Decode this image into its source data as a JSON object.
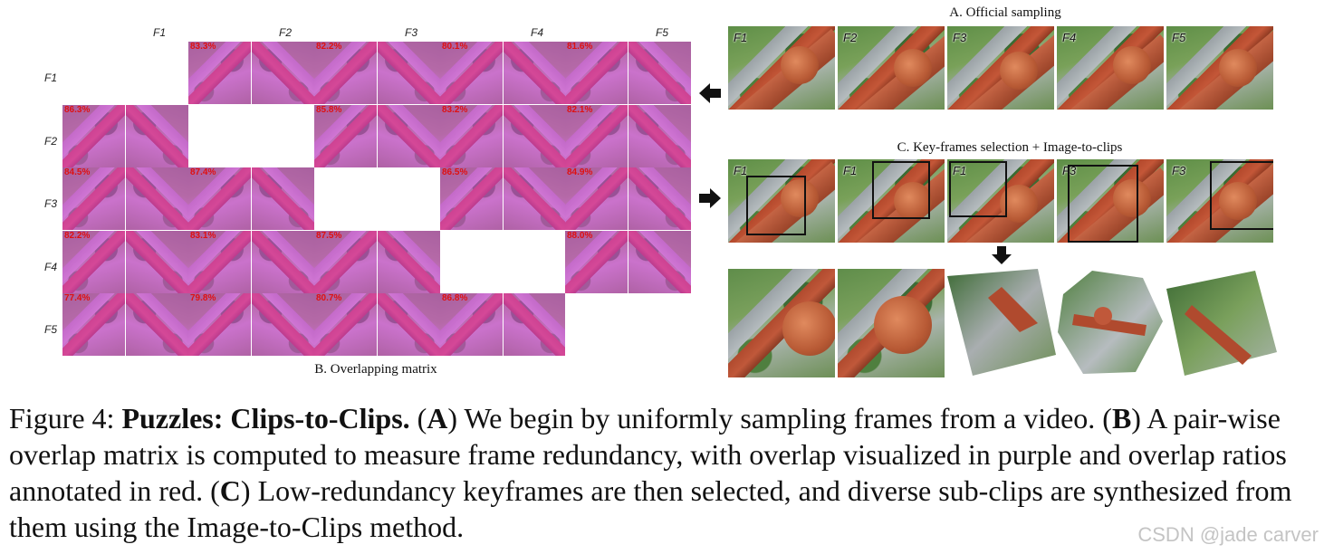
{
  "matrix": {
    "col_labels": [
      "F1",
      "F2",
      "F3",
      "F4",
      "F5"
    ],
    "row_labels": [
      "F1",
      "F2",
      "F3",
      "F4",
      "F5"
    ],
    "caption": "B. Overlapping matrix",
    "ratios": [
      [
        "",
        "83.3%",
        "82.2%",
        "80.1%",
        "81.6%"
      ],
      [
        "86.3%",
        "",
        "85.8%",
        "83.2%",
        "82.1%"
      ],
      [
        "84.5%",
        "87.4%",
        "",
        "86.5%",
        "84.9%"
      ],
      [
        "82.2%",
        "83.1%",
        "87.5%",
        "",
        "88.0%"
      ],
      [
        "77.4%",
        "79.8%",
        "80.7%",
        "86.8%",
        ""
      ]
    ]
  },
  "panel_a": {
    "title": "A. Official sampling",
    "frames": [
      "F1",
      "F2",
      "F3",
      "F4",
      "F5"
    ]
  },
  "panel_c": {
    "title": "C. Key-frames selection + Image-to-clips",
    "frames": [
      "F1",
      "F1",
      "F1",
      "F3",
      "F3"
    ]
  },
  "caption": {
    "prefix": "Figure 4: ",
    "bold_title": "Puzzles: Clips-to-Clips.",
    "part_a_label": "A",
    "part_a_text": " We begin by uniformly sampling frames from a video. (",
    "part_b_label": "B",
    "part_b_text": ") A pair-wise overlap matrix is computed to measure frame redundancy, with overlap visualized in purple and overlap ratios annotated in red. (",
    "part_c_label": "C",
    "part_c_text": ") Low-redundancy keyframes are then selected, and diverse sub-clips are synthesized from them using the Image-to-Clips method."
  },
  "watermark": "CSDN @jade carver",
  "colors": {
    "overlap_purple": "#e63ce6",
    "ratio_red": "#e01010",
    "roof": "#b04a2e"
  }
}
